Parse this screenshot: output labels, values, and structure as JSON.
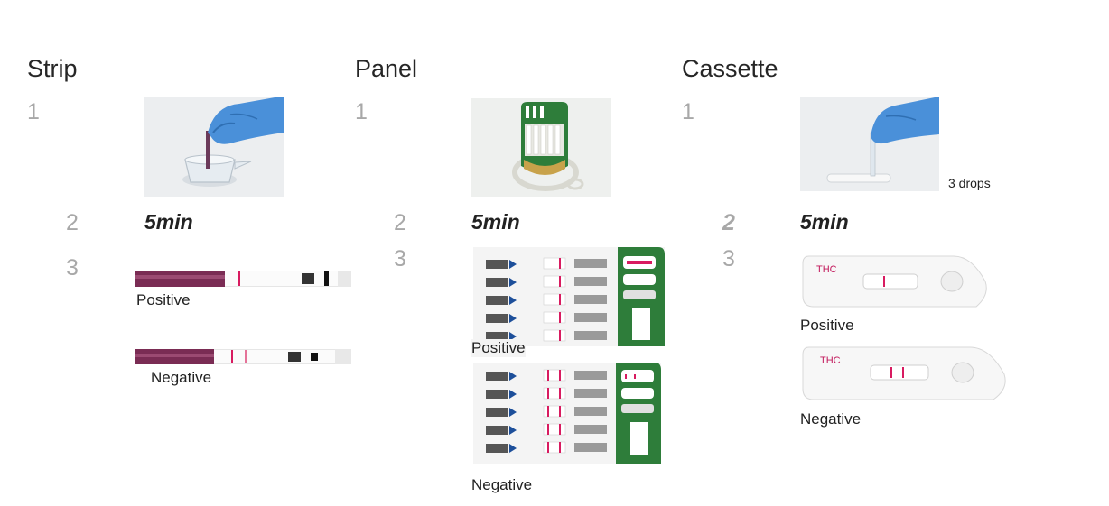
{
  "strip": {
    "title": "Strip",
    "step1": "1",
    "step2": "2",
    "step2_time": "5min",
    "step3": "3",
    "positive": "Positive",
    "negative": "Negative"
  },
  "panel": {
    "title": "Panel",
    "step1": "1",
    "step2": "2",
    "step2_time": "5min",
    "step3": "3",
    "positive": "Positive",
    "negative": "Negative"
  },
  "cassette": {
    "title": "Cassette",
    "step1": "1",
    "drops": "3 drops",
    "step2": "2",
    "step2_time": "5min",
    "step3": "3",
    "positive": "Positive",
    "negative": "Negative",
    "drug_label": "THC"
  },
  "colors": {
    "step_number": "#a8a8a8",
    "panel_green": "#2e7d3a",
    "test_line": "#d81b60",
    "glove_blue": "#4a90d9"
  }
}
